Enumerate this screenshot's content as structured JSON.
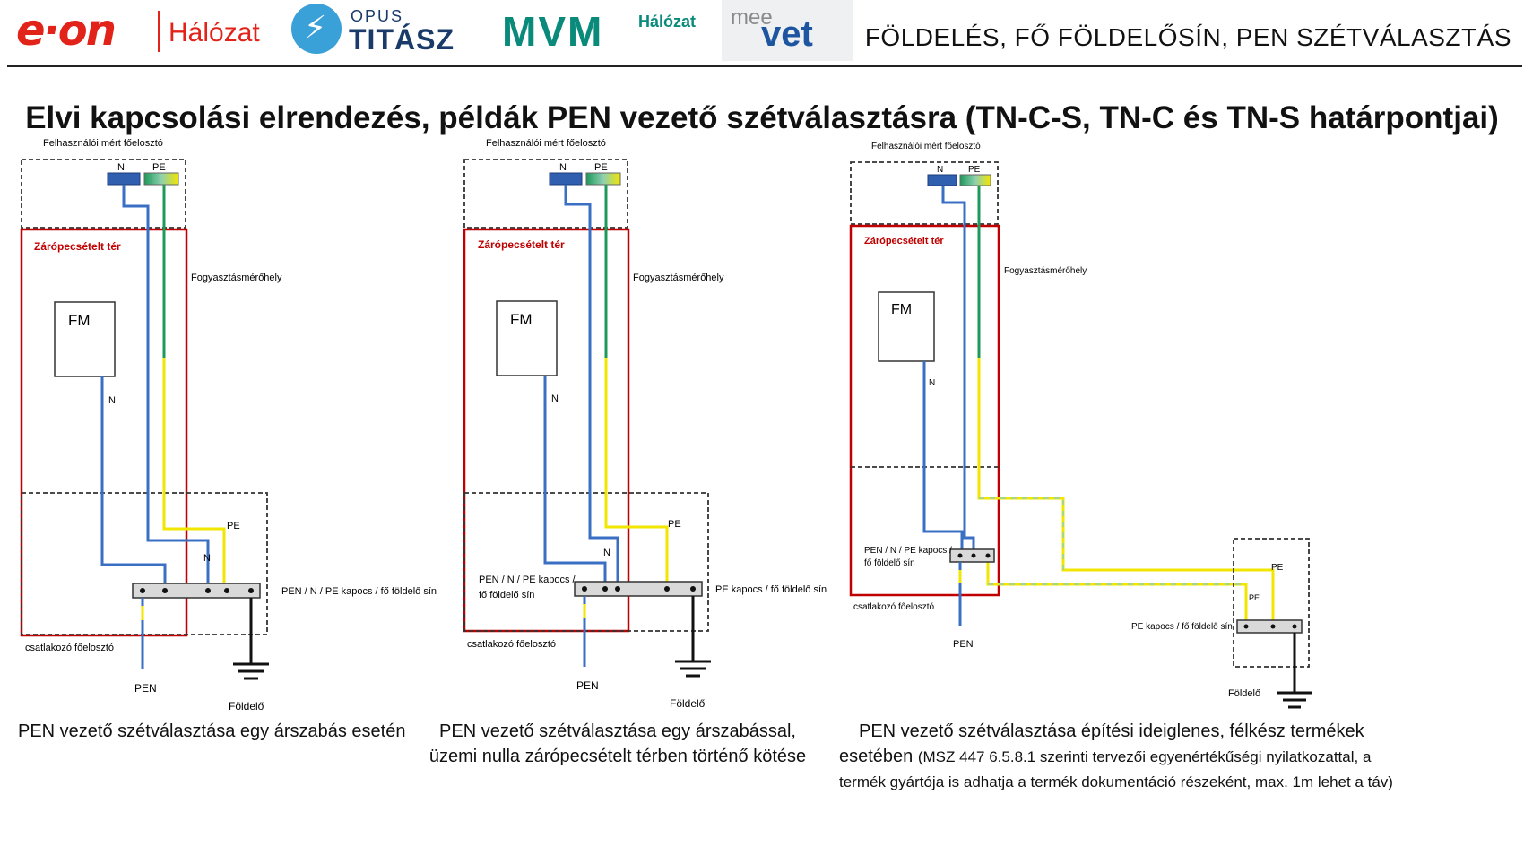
{
  "header": {
    "logos": {
      "eon_word": "e·on",
      "eon_sub": "Hálózat",
      "opus_top": "OPUS",
      "opus_main": "TITÁSZ",
      "mvm_word": "MVM",
      "mvm_sub": "Hálózat",
      "meevet_mee": "mee",
      "meevet_vet": "vet"
    },
    "topic": "FÖLDELÉS, FŐ FÖLDELŐSÍN, PEN SZÉTVÁLASZTÁS"
  },
  "title": "Elvi kapcsolási elrendezés, példák PEN vezető szétválasztásra (TN-C-S, TN-C és TN-S határpontjai)",
  "diagrams": [
    {
      "label_top_box": "Felhasználói mért főelosztó",
      "label_sealed": "Zárópecsételt tér",
      "label_meter_place": "Fogyasztásmérőhely",
      "label_fm": "FM",
      "label_n_top": "N",
      "label_pe_top": "PE",
      "label_n_mid": "N",
      "label_n_low": "N",
      "label_pe_low": "PE",
      "label_busbar": "PEN / N / PE kapocs / fő földelő sín",
      "label_connection": "csatlakozó főelosztó",
      "label_pen": "PEN",
      "label_earth": "Földelő",
      "caption": "PEN vezető szétválasztása egy árszabás esetén"
    },
    {
      "label_top_box": "Felhasználói mért főelosztó",
      "label_sealed": "Zárópecsételt tér",
      "label_meter_place": "Fogyasztásmérőhely",
      "label_fm": "FM",
      "label_n_top": "N",
      "label_pe_top": "PE",
      "label_n_mid": "N",
      "label_n_low": "N",
      "label_pe_low": "PE",
      "label_busbar_left_1": "PEN / N / PE kapocs /",
      "label_busbar_left_2": "fő földelő sín",
      "label_busbar_right": "PE kapocs / fő földelő sín",
      "label_connection": "csatlakozó főelosztó",
      "label_pen": "PEN",
      "label_earth": "Földelő",
      "caption_line1": "PEN vezető szétválasztása egy árszabással,",
      "caption_line2": "üzemi nulla zárópecsételt térben történő kötése"
    },
    {
      "label_top_box": "Felhasználói mért főelosztó",
      "label_sealed": "Zárópecsételt tér",
      "label_meter_place": "Fogyasztásmérőhely",
      "label_fm": "FM",
      "label_n_top": "N",
      "label_pe_top": "PE",
      "label_n_mid": "N",
      "label_busbar_left_1": "PEN / N / PE kapocs /",
      "label_busbar_left_2": "fő földelő sín",
      "label_connection": "csatlakozó főelosztó",
      "label_pen": "PEN",
      "label_pe_right_top": "PE",
      "label_pe_right_small": "PE",
      "label_busbar_right": "PE kapocs / fő földelő sín",
      "label_earth": "Földelő",
      "caption_line1": "PEN vezető szétválasztása építési ideiglenes, félkész termékek",
      "caption_line2_a": "esetében",
      "caption_line2_b": "(MSZ 447 6.5.8.1 szerinti tervezői egyenértékűségi nyilatkozattal, a",
      "caption_line3": "termék gyártója is adhatja a termék dokumentáció részeként, max. 1m lehet a táv)"
    }
  ],
  "colors": {
    "sealed_border": "#c00000",
    "neutral_wire": "#3a6fc4",
    "pe_green": "#1d9a5a",
    "pe_yellow": "#f2e600",
    "busbar_fill": "#d9d9d9",
    "dashed_border": "#333333",
    "accent_red_text": "#c00000"
  }
}
